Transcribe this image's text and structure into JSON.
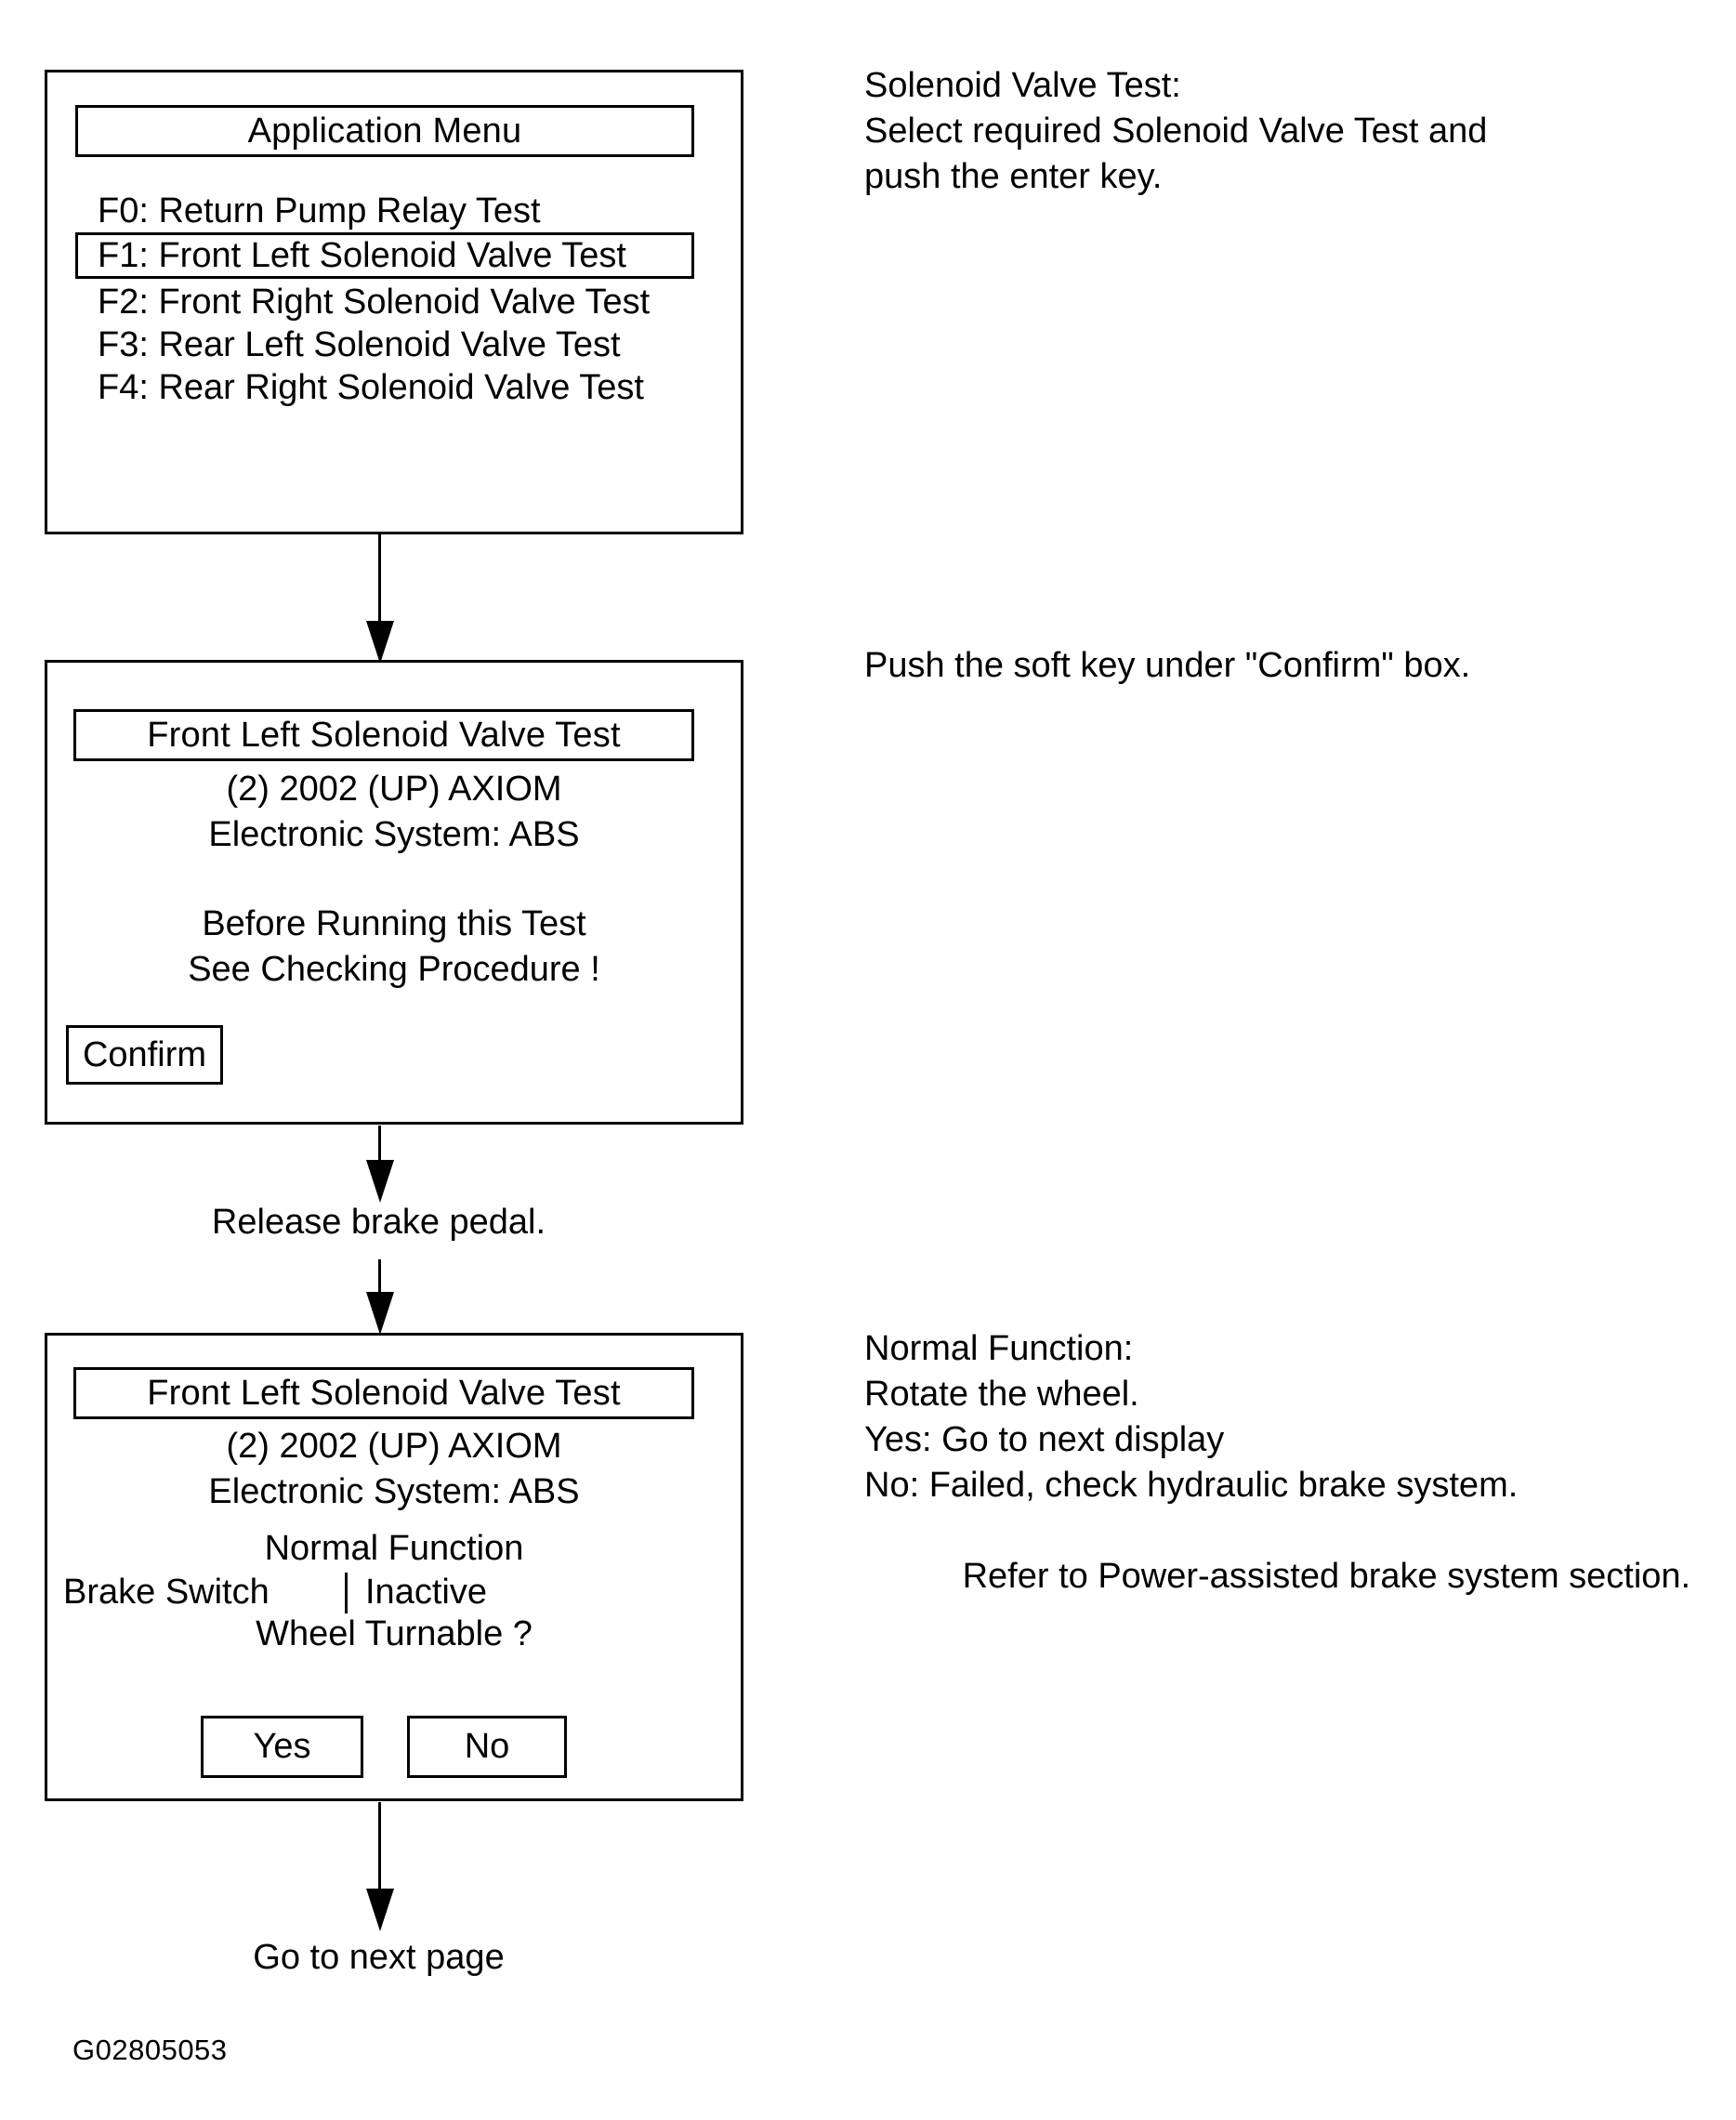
{
  "figure": {
    "id_label": "G02805053"
  },
  "steps": {
    "menu_screen": {
      "title": "Application Menu",
      "items": [
        {
          "label": "F0: Return Pump Relay Test",
          "selected": false
        },
        {
          "label": "F1: Front Left Solenoid Valve Test",
          "selected": true
        },
        {
          "label": "F2: Front Right Solenoid Valve Test",
          "selected": false
        },
        {
          "label": "F3: Rear Left Solenoid Valve Test",
          "selected": false
        },
        {
          "label": "F4: Rear Right Solenoid Valve Test",
          "selected": false
        }
      ],
      "note": {
        "heading": "Solenoid Valve Test:",
        "line1": "Select required Solenoid Valve Test and",
        "line2": "push the enter key."
      }
    },
    "confirm_screen": {
      "title": "Front Left Solenoid Valve Test",
      "vehicle": "(2) 2002  (UP) AXIOM",
      "system": "Electronic System: ABS",
      "warning_line1": "Before Running this Test",
      "warning_line2": "See Checking Procedure !",
      "confirm_button": "Confirm",
      "note": "Push the soft key under \"Confirm\" box."
    },
    "transition_caption": "Release brake pedal.",
    "result_screen": {
      "title": "Front Left Solenoid Valve Test",
      "vehicle": "(2) 2002  (UP) AXIOM",
      "system": "Electronic System: ABS",
      "status": "Normal Function",
      "brake_switch_label": "Brake Switch",
      "brake_switch_value": "Inactive",
      "question": "Wheel Turnable ?",
      "yes_button": "Yes",
      "no_button": "No",
      "note": {
        "heading": "Normal Function:",
        "line1": "Rotate the wheel.",
        "line2": "Yes: Go to next display",
        "line3": "No:  Failed, check hydraulic brake system.",
        "line4": "        Refer to Power-assisted brake system section."
      }
    },
    "footer_caption": "Go to next page"
  }
}
